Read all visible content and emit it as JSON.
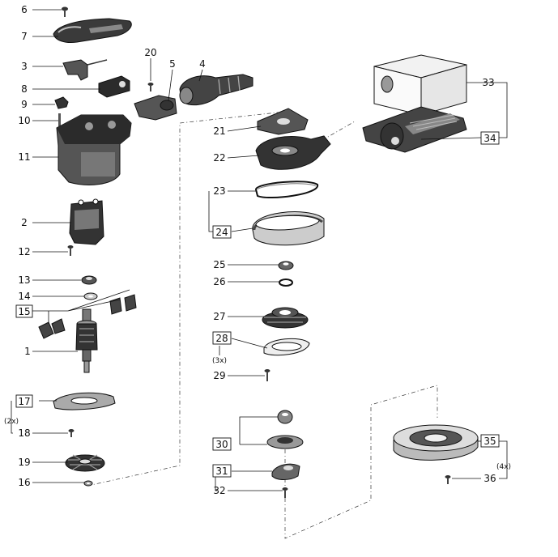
{
  "labels": {
    "p1": "1",
    "p2": "2",
    "p3": "3",
    "p4": "4",
    "p5": "5",
    "p6": "6",
    "p7": "7",
    "p8": "8",
    "p9": "9",
    "p10": "10",
    "p11": "11",
    "p12": "12",
    "p13": "13",
    "p14": "14",
    "p15": "15",
    "p16": "16",
    "p17": "17",
    "p18": "18",
    "p19": "19",
    "p20": "20",
    "p21": "21",
    "p22": "22",
    "p23": "23",
    "p24": "24",
    "p25": "25",
    "p26": "26",
    "p27": "27",
    "p28": "28",
    "p29": "29",
    "p30": "30",
    "p31": "31",
    "p32": "32",
    "p33": "33",
    "p34": "34",
    "p35": "35",
    "p36": "36"
  },
  "quantities": {
    "q18": "(2x)",
    "q29": "(3x)",
    "q36": "(4x)"
  },
  "colors": {
    "line": "#111111",
    "part_dark": "#2b2b2b",
    "part_mid": "#6d6d6d",
    "part_light": "#d8d8d8",
    "background": "#ffffff"
  }
}
